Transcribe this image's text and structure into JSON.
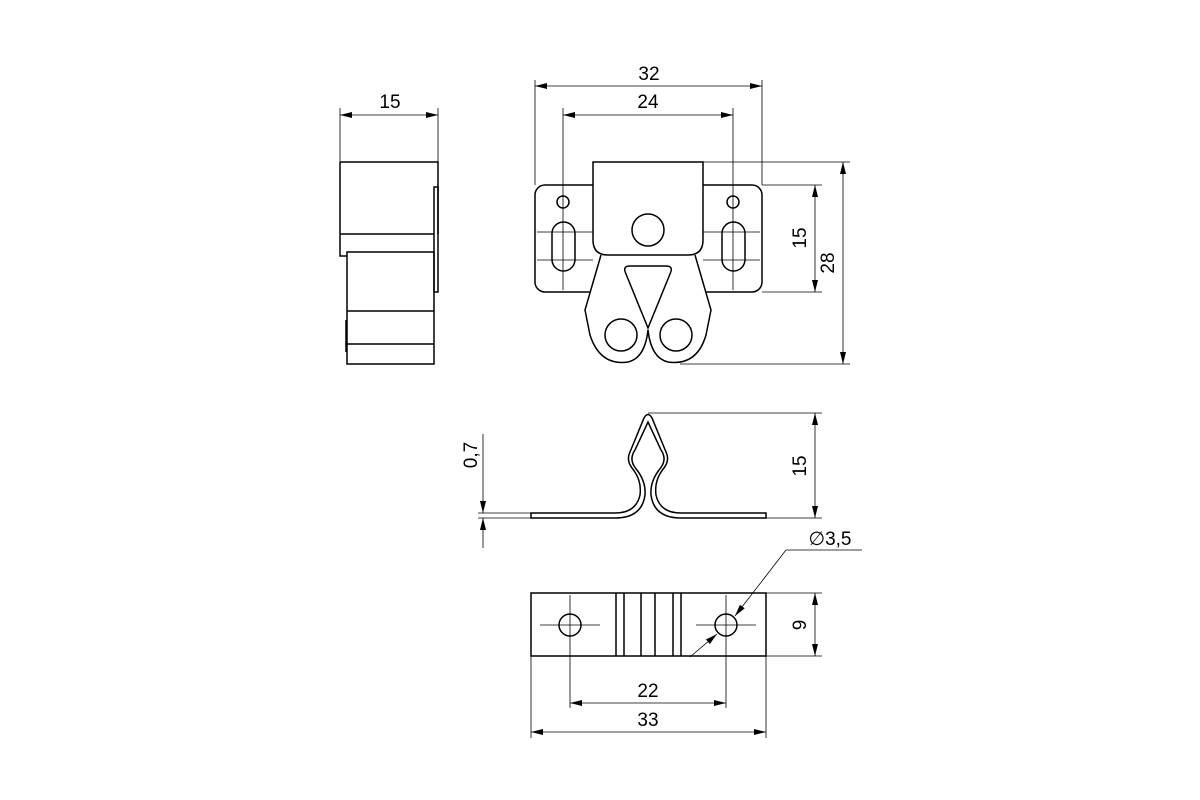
{
  "drawing": {
    "side_view": {
      "width": "15"
    },
    "front_view": {
      "overall_width": "32",
      "hole_spacing": "24",
      "plate_height": "15",
      "overall_height": "28"
    },
    "spring_profile": {
      "thickness": "0,7",
      "height": "15"
    },
    "bottom_view": {
      "hole_diameter": "∅3,5",
      "height": "9",
      "hole_spacing": "22",
      "overall_length": "33"
    },
    "colors": {
      "line": "#000000",
      "background": "#ffffff"
    }
  }
}
